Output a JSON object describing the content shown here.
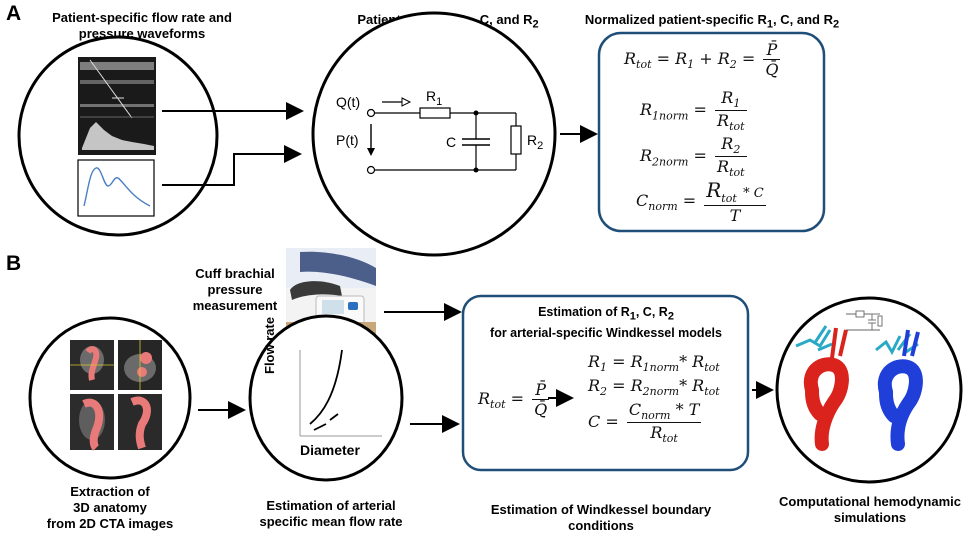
{
  "panel_a": {
    "label": "A",
    "caption_waveforms_line1": "Patient-specific flow rate and",
    "caption_waveforms_line2": "pressure waveforms",
    "caption_rc": "Patient-specific R",
    "caption_rc_rest": ", C, and R",
    "caption_norm": "Normalized patient-specific R",
    "caption_norm_rest": ", C, and R",
    "circuit": {
      "q_label": "Q(t)",
      "p_label": "P(t)",
      "r1": "R",
      "c": "C",
      "r2": "R"
    },
    "formulas": {
      "rtot_lhs": "R",
      "rtot_sub": "tot",
      "r1norm_sub": "1norm",
      "r2norm_sub": "2norm",
      "cnorm_sub": "norm",
      "T": "T"
    }
  },
  "panel_b": {
    "label": "B",
    "cuff_line1": "Cuff brachial",
    "cuff_line2": "pressure",
    "cuff_line3": "measurement",
    "estimation_title_line1": "Estimation of R",
    "estimation_title_rest": ", C, R",
    "estimation_title_line2": "for arterial-specific Windkessel models",
    "plot_ylabel": "Flow rate",
    "plot_xlabel": "Diameter",
    "cap_extraction_1": "Extraction of",
    "cap_extraction_2": "3D anatomy",
    "cap_extraction_3": "from 2D CTA images",
    "cap_flow_1": "Estimation of arterial",
    "cap_flow_2": "specific mean flow rate",
    "cap_wk_1": "Estimation of Windkessel boundary",
    "cap_wk_2": "conditions",
    "cap_cfd_1": "Computational hemodynamic",
    "cap_cfd_2": "simulations"
  },
  "colors": {
    "box_border": "#1f4e79",
    "waveform": "#4a7fc1",
    "aorta_red": "#d9231c",
    "aorta_blue": "#1f3fd8",
    "anatomy_pink": "#e87a7a"
  }
}
